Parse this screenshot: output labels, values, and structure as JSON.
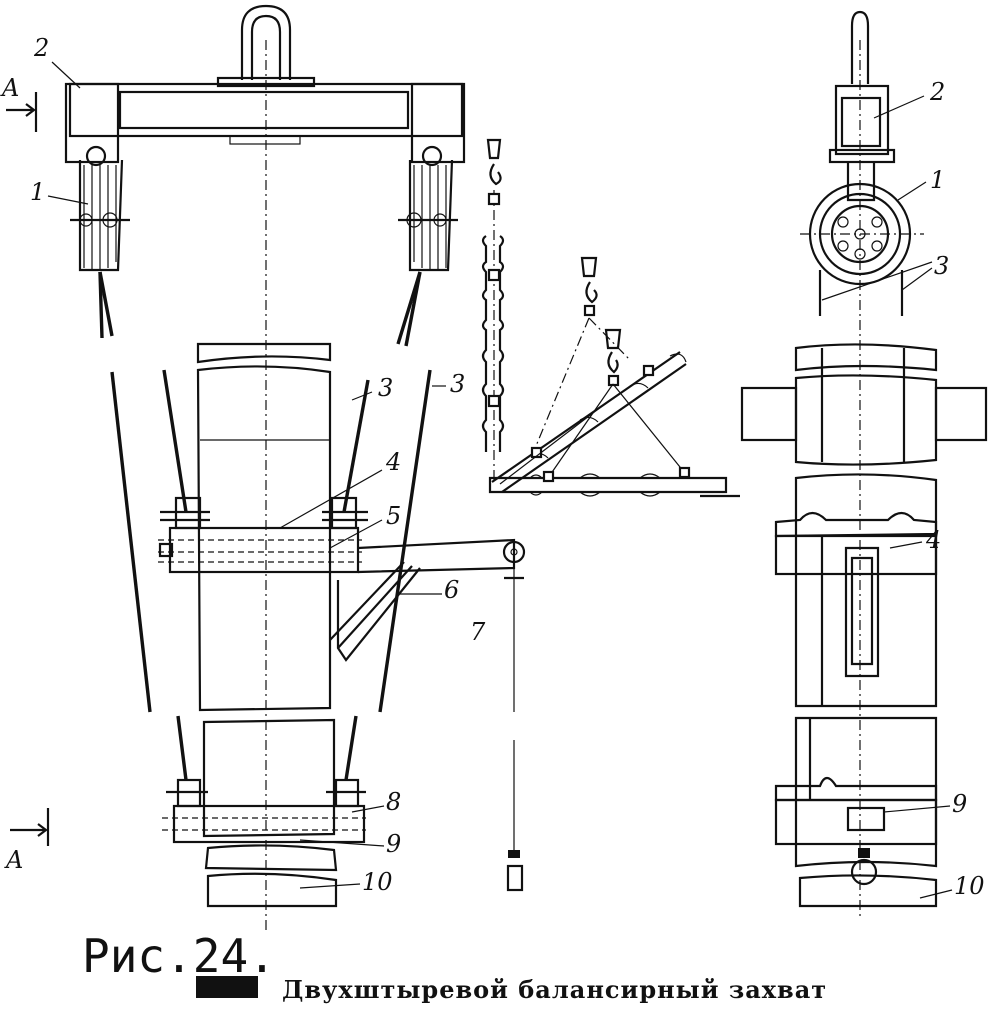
{
  "figure": {
    "number_label": "Рис.24.",
    "caption": "Двухштыревой балансирный захват"
  },
  "labels": {
    "section_a_top": "A",
    "section_a_bottom": "A",
    "left": {
      "n1": "1",
      "n2": "2",
      "n3a": "3",
      "n3b": "3",
      "n4": "4",
      "n5": "5",
      "n6": "6",
      "n7": "7",
      "n8": "8",
      "n9": "9",
      "n10": "10"
    },
    "right": {
      "n1": "1",
      "n2": "2",
      "n3": "3",
      "n4": "4",
      "n9": "9",
      "n10": "10"
    }
  }
}
